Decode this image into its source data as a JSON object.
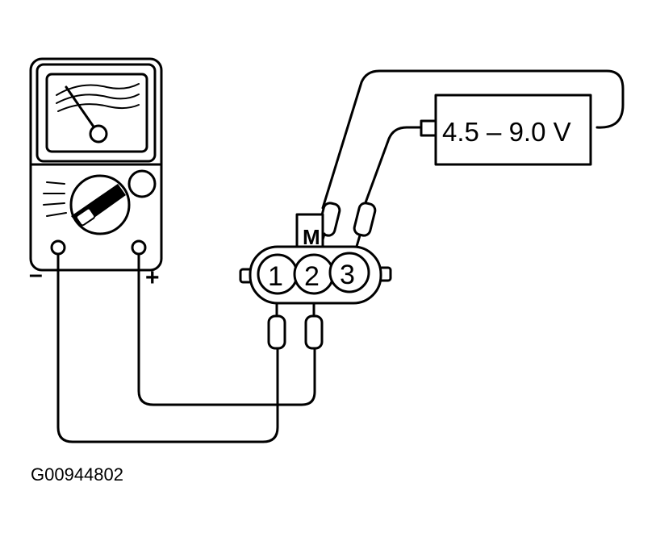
{
  "voltage_label": "4.5 – 9.0 V",
  "terminal_minus": "–",
  "terminal_plus": "+",
  "pins": [
    "1",
    "2",
    "3"
  ],
  "connector_marker": "M",
  "figure_code": "G00944802"
}
